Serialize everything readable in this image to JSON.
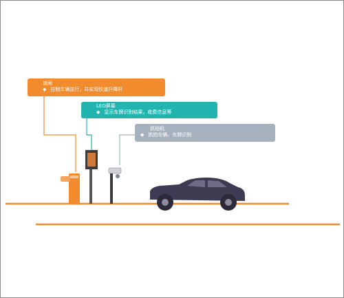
{
  "colors": {
    "orange": "#f28a2e",
    "teal": "#22b5b0",
    "gray": "#a7b2bf",
    "car": "#3e3a52",
    "ground": "#f28a2e"
  },
  "callouts": {
    "barrier": {
      "title": "道闸",
      "desc": "控制车辆放行，并实现快速升降杆"
    },
    "led": {
      "title": "LED屏幕",
      "desc": "显示车牌识别结果，收费信息等"
    },
    "camera": {
      "title": "抓拍机",
      "desc": "抓拍车辆，车牌识别"
    }
  },
  "icons": {
    "bullet": "◆",
    "barrier": "barrier-gate-icon",
    "led": "led-display-icon",
    "camera": "camera-icon",
    "car": "car-icon"
  }
}
